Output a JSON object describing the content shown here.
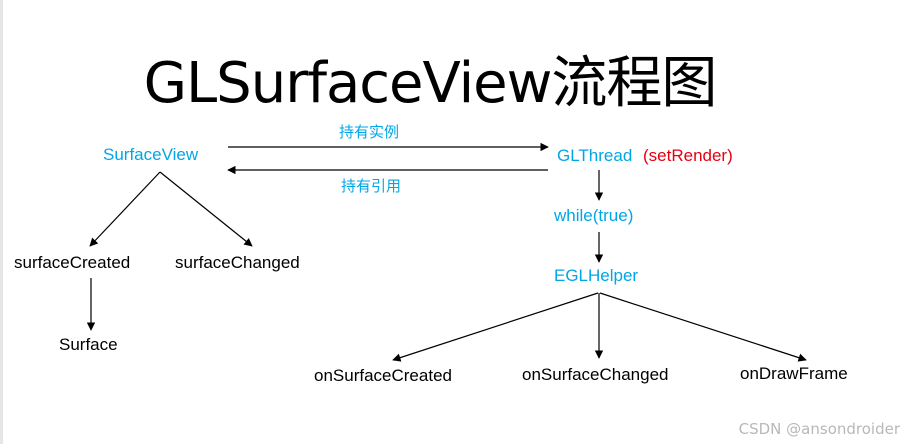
{
  "title": "GLSurfaceView流程图",
  "nodes": {
    "surface_view": "SurfaceView",
    "gl_thread": "GLThread",
    "set_render": "(setRender)",
    "while_true": "while(true)",
    "egl_helper": "EGLHelper",
    "surface_created": "surfaceCreated",
    "surface_changed": "surfaceChanged",
    "surface": "Surface",
    "on_surface_created": "onSurfaceCreated",
    "on_surface_changed": "onSurfaceChanged",
    "on_draw_frame": "onDrawFrame"
  },
  "edge_labels": {
    "holds_instance": "持有实例",
    "holds_reference": "持有引用"
  },
  "watermark": "CSDN @ansondroider",
  "colors": {
    "accent_blue": "#00a6e6",
    "accent_red": "#e60012",
    "text": "#000000"
  }
}
